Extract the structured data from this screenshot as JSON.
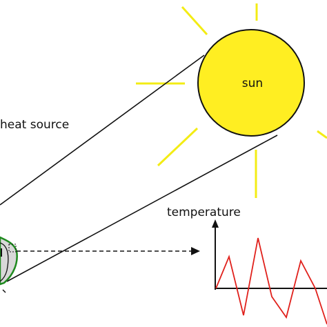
{
  "labels": {
    "sun": "sun",
    "heat_source": "heat source",
    "temperature": "temperature"
  },
  "colors": {
    "sun_fill": "#ffee22",
    "sun_stroke": "#111111",
    "ray": "#f3ec14",
    "signal": "#e0201b",
    "object_fill": "#d8d8d8",
    "object_outline": "#1f8a1f",
    "line": "#111111"
  },
  "icons": {
    "sun": "sun-circle-with-rays",
    "object": "grey-blob-with-green-outline",
    "arrow": "dashed-arrow"
  }
}
